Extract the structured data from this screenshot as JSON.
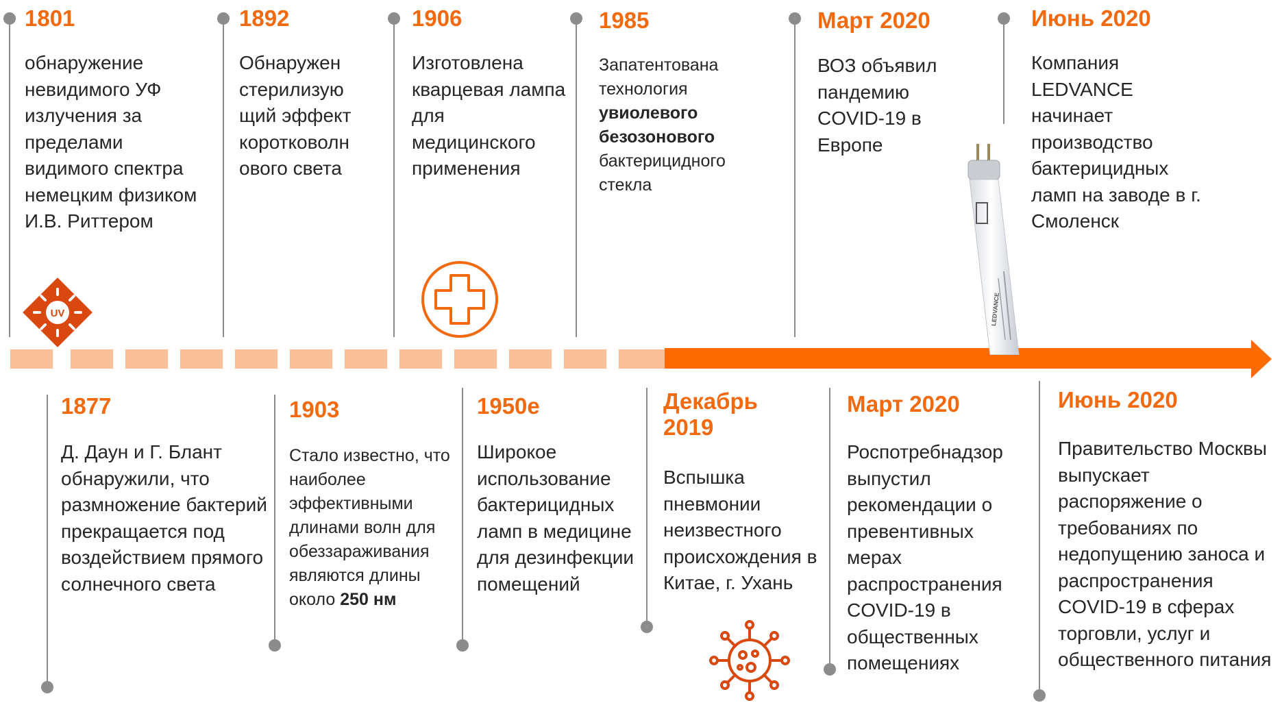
{
  "colors": {
    "accent": "#f26a10",
    "arrow": "#ff6a00",
    "dash": "#fbbf99",
    "line": "#8c8c8c",
    "text": "#262626"
  },
  "top_events": [
    {
      "year": "1801",
      "text": "обнаружение невидимого УФ излучения за пределами видимого спектра немецким физиком И.В. Риттером"
    },
    {
      "year": "1892",
      "text": "Обнаружен стерилизую щий эффект коротковолн ового света"
    },
    {
      "year": "1906",
      "text": "Изготовлена кварцевая лампа для медицинского применения"
    },
    {
      "year": "1985",
      "text_before": "Запатентована технология",
      "text_bold": "увиолевого безозонового",
      "text_after": "бактерицидного стекла"
    },
    {
      "year": "Март 2020",
      "text": "ВОЗ объявил пандемию COVID-19 в Европе"
    },
    {
      "year": "Июнь 2020",
      "text": "Компания LEDVANCE начинает производство бактерицидных ламп на заводе в г. Смоленск"
    }
  ],
  "bottom_events": [
    {
      "year": "1877",
      "text": "Д. Даун и Г. Блант обнаружили, что размножение бактерий прекращается под воздействием прямого солнечного света"
    },
    {
      "year": "1903",
      "text_before": "Стало известно, что наиболее эффективными длинами волн для обеззараживания являются длины около",
      "text_bold": "250 нм"
    },
    {
      "year": "1950е",
      "text": "Широкое использование бактерицидных ламп в медицине для дезинфекции помещений"
    },
    {
      "year": "Декабрь 2019",
      "text": "Вспышка пневмонии неизвестного происхождения в Китае, г. Ухань"
    },
    {
      "year": "Март 2020",
      "text": "Роспотребнадзор выпустил рекомендации о превентивных мерах распространения COVID-19 в общественных помещениях"
    },
    {
      "year": "Июнь 2020",
      "text": "Правительство Москвы выпускает распоряжение о требованиях по недопущению заноса и распространения COVID-19 в сферах торговли, услуг и общественного питания"
    }
  ],
  "icons": {
    "uv_badge": {
      "name": "uv-sun-icon",
      "label": "UV"
    },
    "medical": {
      "name": "medical-cross-icon"
    },
    "lamp": {
      "name": "uv-lamp-tube-icon",
      "brand": "LEDVANCE"
    },
    "virus": {
      "name": "virus-icon"
    }
  }
}
